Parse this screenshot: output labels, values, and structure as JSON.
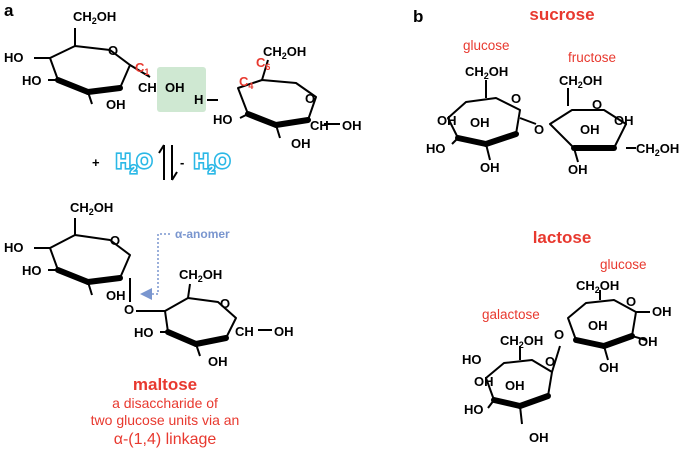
{
  "panels": {
    "a": "a",
    "b": "b"
  },
  "groups": {
    "ch2oh": "CH",
    "ch2oh_sub": "2",
    "ch2oh_end": "OH",
    "oh": "OH",
    "ho": "HO",
    "h": "H",
    "o": "O",
    "ch": "CH"
  },
  "carbons": {
    "c1": "C",
    "c1_sub": "1",
    "c4": "C",
    "c4_sub": "4",
    "c6": "C",
    "c6_sub": "6"
  },
  "water": {
    "plus": "+",
    "minus": "-",
    "h": "H",
    "sub": "2",
    "o": "O"
  },
  "anomer_label": "α-anomer",
  "maltose": {
    "name": "maltose",
    "line1": "a disaccharide of",
    "line2": "two glucose units via an",
    "line3": "α-(1,4) linkage"
  },
  "sucrose": {
    "name": "sucrose",
    "part1": "glucose",
    "part2": "fructose"
  },
  "lactose": {
    "name": "lactose",
    "part1": "glucose",
    "part2": "galactose"
  },
  "colors": {
    "accent_red": "#e8392f",
    "water_blue": "#2bb8e6",
    "anomer_blue": "#7a96cf",
    "highlight_green": "#cfe8d2"
  }
}
